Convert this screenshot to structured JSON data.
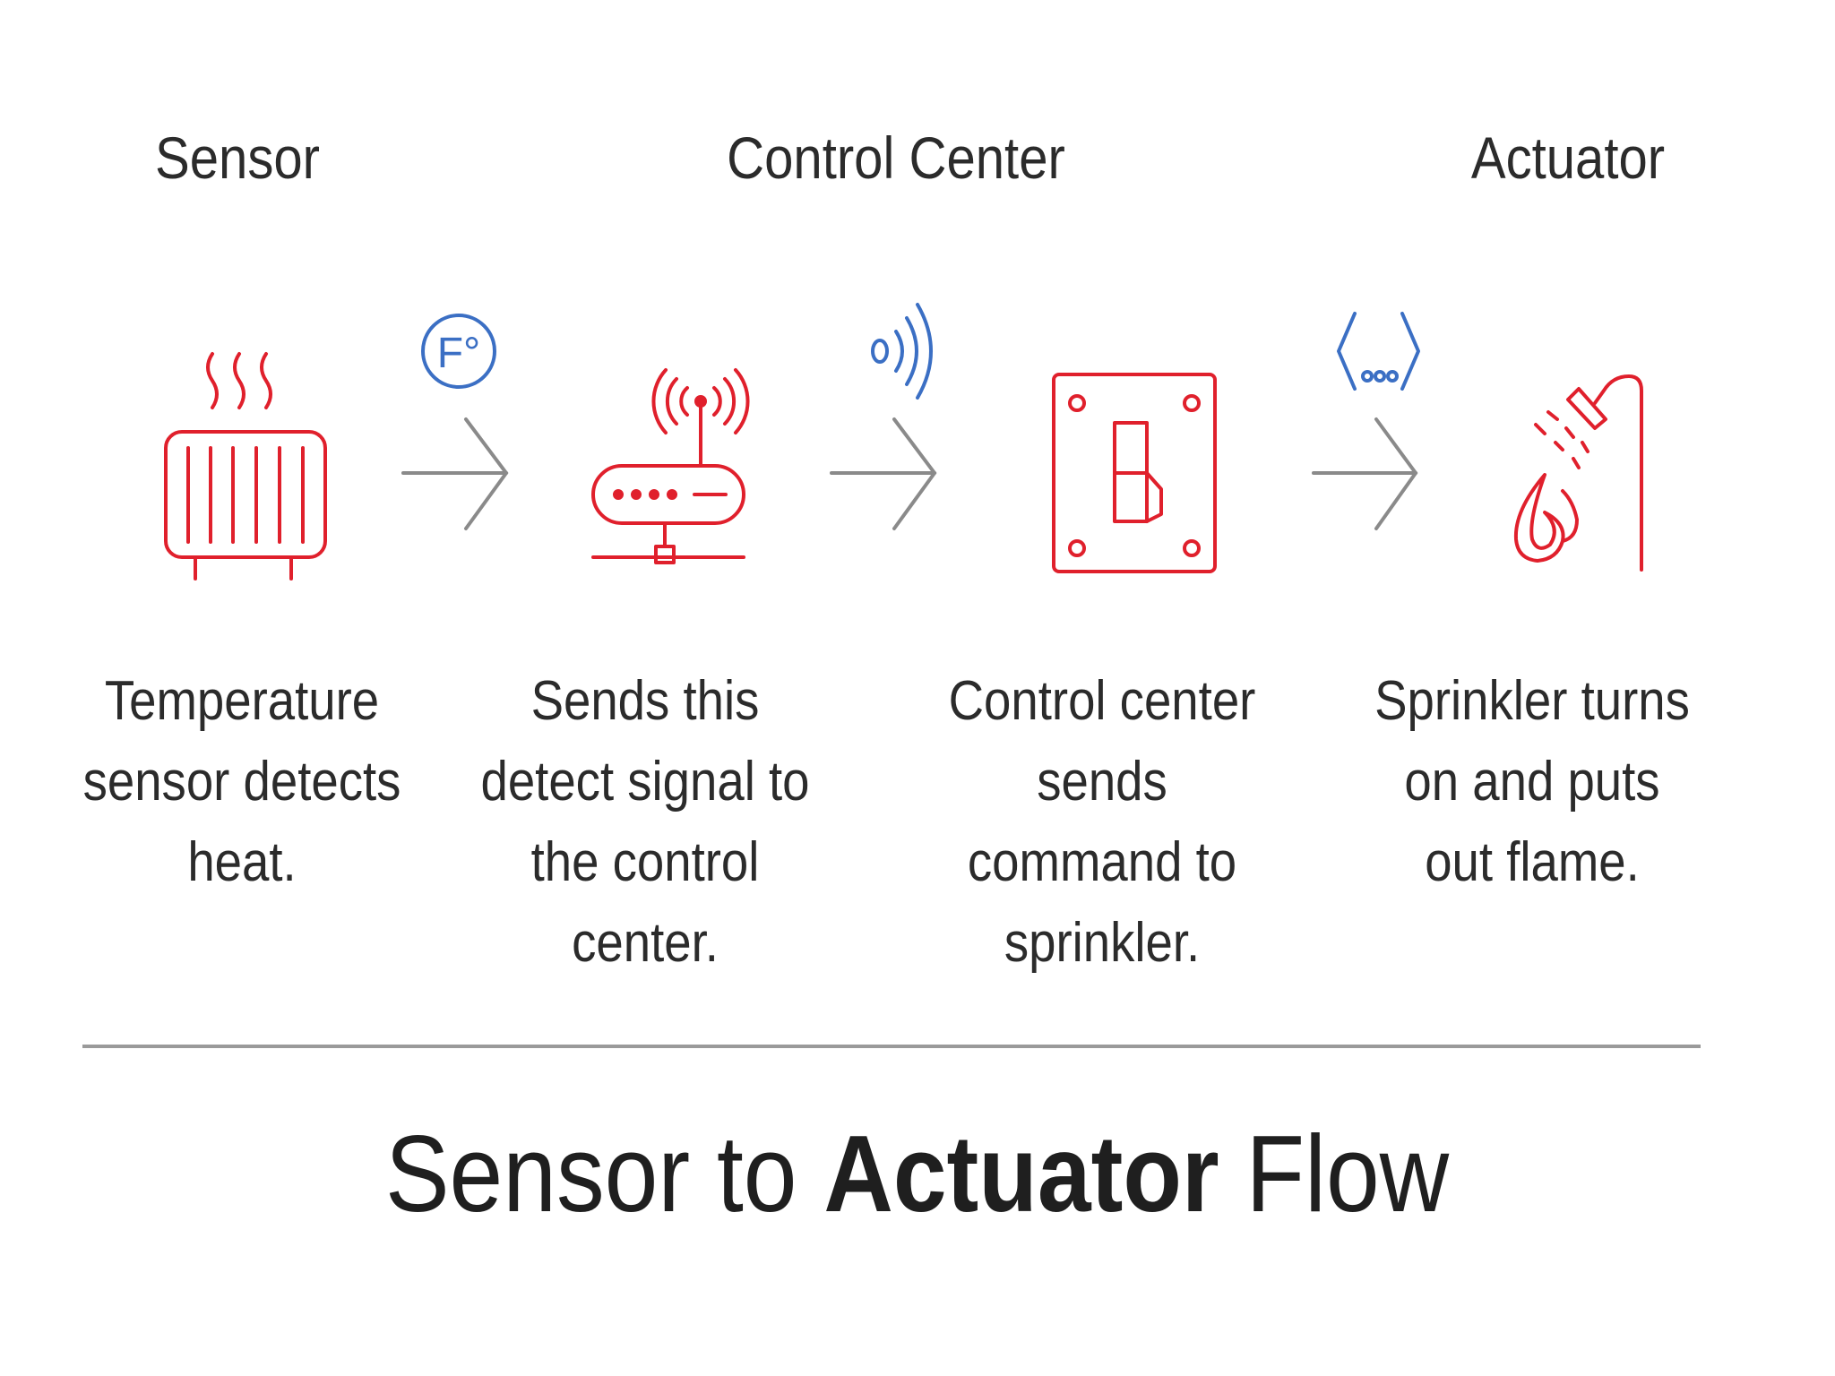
{
  "headings": {
    "sensor": "Sensor",
    "control_center": "Control Center",
    "actuator": "Actuator"
  },
  "steps": [
    {
      "icon": "heater-icon",
      "caption": "Temperature sensor detects heat."
    },
    {
      "icon": "router-icon",
      "caption": "Sends this detect signal to the control center."
    },
    {
      "icon": "switch-icon",
      "caption": "Control center sends command to sprinkler."
    },
    {
      "icon": "sprinkler-icon",
      "caption": "Sprinkler turns on and puts out flame."
    }
  ],
  "connectors": [
    {
      "icon": "fahrenheit-icon",
      "glyph": "F°"
    },
    {
      "icon": "wireless-signal-icon"
    },
    {
      "icon": "code-brackets-icon"
    }
  ],
  "footer": {
    "prefix": "Sensor to ",
    "bold": "Actuator",
    "suffix": " Flow"
  },
  "colors": {
    "icon_red": "#e0202c",
    "icon_blue": "#3b6fc4",
    "arrow_gray": "#8a8a8a",
    "text": "#2b2b2b"
  }
}
